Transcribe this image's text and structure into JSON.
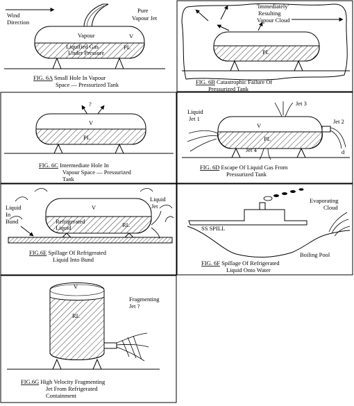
{
  "panels": {
    "a": {
      "labels": {
        "wind": [
          "Wind",
          "Direction"
        ],
        "jet": [
          "Pure",
          "Vapour Jet"
        ],
        "vapour": "Vapour",
        "v": "V",
        "liquid": [
          "Liquified Gas",
          "Under Pressure"
        ],
        "pl": "PL"
      },
      "caption": {
        "fig": "FIG. 6A",
        "lines": [
          "Small Hole In Vapour",
          "Space — Pressurized Tank"
        ]
      }
    },
    "b": {
      "labels": {
        "cloud": [
          "'Immediately'",
          "Resulting",
          "Vapour Cloud"
        ],
        "pl": "PL"
      },
      "caption": {
        "fig": "FIG. 6B",
        "lines": [
          "Catastrophic Failure Of",
          "Pressurized Tank"
        ]
      }
    },
    "c": {
      "labels": {
        "q": "?",
        "v": "V",
        "pl": "PL"
      },
      "caption": {
        "fig": "FIG. 6C",
        "lines": [
          "Intermediate Hole In",
          "Vapour Space — Pressurized",
          "Tank"
        ]
      }
    },
    "d": {
      "labels": {
        "liquid_jet": [
          "Liquid",
          "Jet 1"
        ],
        "jet3": "Jet 3",
        "jet2": "Jet 2",
        "jet4": "Jet 4",
        "v": "V",
        "pl": "PL",
        "d": "d"
      },
      "caption": {
        "fig": "FIG. 6D",
        "lines": [
          "Escape Of Liquid Gas From",
          "Pressurized Tank"
        ]
      }
    },
    "e": {
      "labels": {
        "bund": [
          "Liquid",
          "In",
          "Bund"
        ],
        "v": "V",
        "refrig": [
          "Refrigerated",
          "Liquid"
        ],
        "rl": "RL",
        "jet": [
          "Liquid",
          "Jet"
        ]
      },
      "caption": {
        "fig": "FIG.6E",
        "lines": [
          "Spillage Of Refrigerated",
          "Liquid Into Bund"
        ]
      }
    },
    "f": {
      "labels": {
        "cloud": [
          "Evaporating",
          "Cloud"
        ],
        "spill": "SS SPILL",
        "pool": "Boiling Pool"
      },
      "caption": {
        "fig": "FIG. 6F",
        "lines": [
          "Spillage Of Refrigerated",
          "Liquid Onto Water"
        ]
      }
    },
    "g": {
      "labels": {
        "v": "V",
        "rl": "RL",
        "frag": [
          "Fragmenting",
          "Jet ?"
        ]
      },
      "caption": {
        "fig": "FIG.6G",
        "lines": [
          "High Velocity Fragmenting",
          "Jet From Refrigerated",
          "Containment"
        ]
      }
    }
  }
}
